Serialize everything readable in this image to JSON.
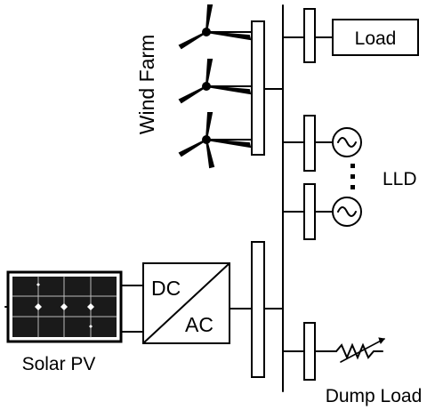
{
  "labels": {
    "wind_farm": "Wind Farm",
    "load": "Load",
    "lld": "LLD",
    "dc": "DC",
    "ac": "AC",
    "solar_pv": "Solar PV",
    "dump_load": "Dump Load"
  },
  "components": {
    "wind_turbine_count": 3,
    "lld_source_count": 2,
    "solar_cell_grid": {
      "rows": 3,
      "cols": 4
    }
  },
  "colors": {
    "line": "#000000",
    "panel": "#1a1a1a",
    "panel_highlight": "#ffffff"
  }
}
